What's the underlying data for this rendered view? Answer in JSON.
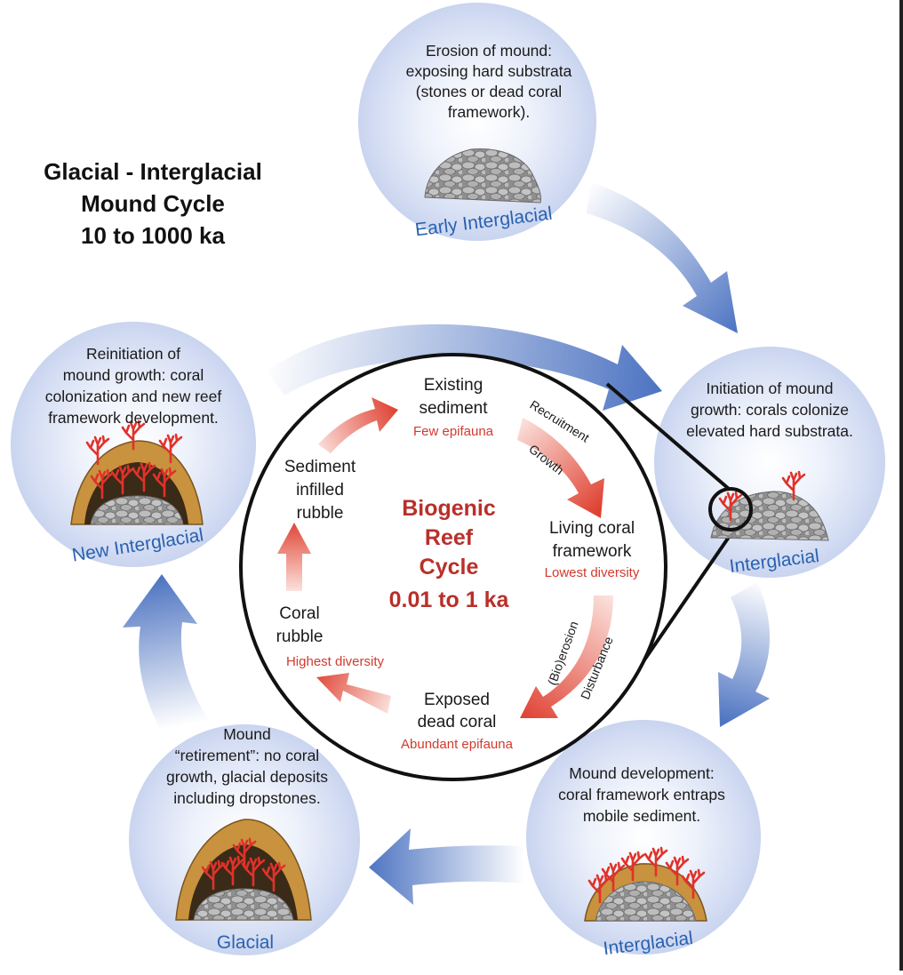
{
  "diagram_title": {
    "line1": "Glacial - Interglacial",
    "line2": "Mound Cycle",
    "line3": "10 to 1000 ka"
  },
  "stages": {
    "early_interglacial": {
      "label": "Early Interglacial",
      "desc": [
        "Erosion of mound:",
        "exposing hard substrata",
        "(stones or dead coral",
        "framework)."
      ]
    },
    "interglacial_initiation": {
      "label": "Interglacial",
      "desc": [
        "Initiation of mound",
        "growth: corals colonize",
        "elevated hard substrata."
      ]
    },
    "interglacial_development": {
      "label": "Interglacial",
      "desc": [
        "Mound development:",
        "coral framework entraps",
        "mobile sediment."
      ]
    },
    "glacial": {
      "label": "Glacial",
      "desc": [
        "Mound",
        "“retirement”: no coral",
        "growth, glacial deposits",
        "including dropstones."
      ]
    },
    "new_interglacial": {
      "label": "New Interglacial",
      "desc": [
        "Reinitiation of",
        "mound growth: coral",
        "colonization and new reef",
        "framework development."
      ]
    }
  },
  "inner_cycle": {
    "title": [
      "Biogenic",
      "Reef",
      "Cycle",
      "0.01 to 1 ka"
    ],
    "existing_sediment": {
      "lines": [
        "Existing",
        "sediment"
      ],
      "note": "Few epifauna"
    },
    "living_coral": {
      "lines": [
        "Living coral",
        "framework"
      ],
      "note": "Lowest diversity"
    },
    "exposed_dead_coral": {
      "lines": [
        "Exposed",
        "dead coral"
      ],
      "note": "Abundant epifauna"
    },
    "coral_rubble": {
      "lines": [
        "Coral",
        "rubble"
      ],
      "note": "Highest diversity"
    },
    "sediment_infilled": {
      "lines": [
        "Sediment",
        "infilled",
        "rubble"
      ]
    },
    "arrow_labels": {
      "recruitment": "Recruitment",
      "growth": "Growth",
      "bioerosion": "(Bio)erosion",
      "disturbance": "Disturbance"
    }
  },
  "colors": {
    "stage_circle": "#d3dcf2",
    "outer_arrow": "#4f75c2",
    "inner_arrow": "#df4030",
    "stage_label": "#2a62b0",
    "accent_red": "#d23a2e",
    "mound_fill": "#c8923e",
    "stone_fill": "#b3b3b3",
    "coral": "#e0322a"
  }
}
